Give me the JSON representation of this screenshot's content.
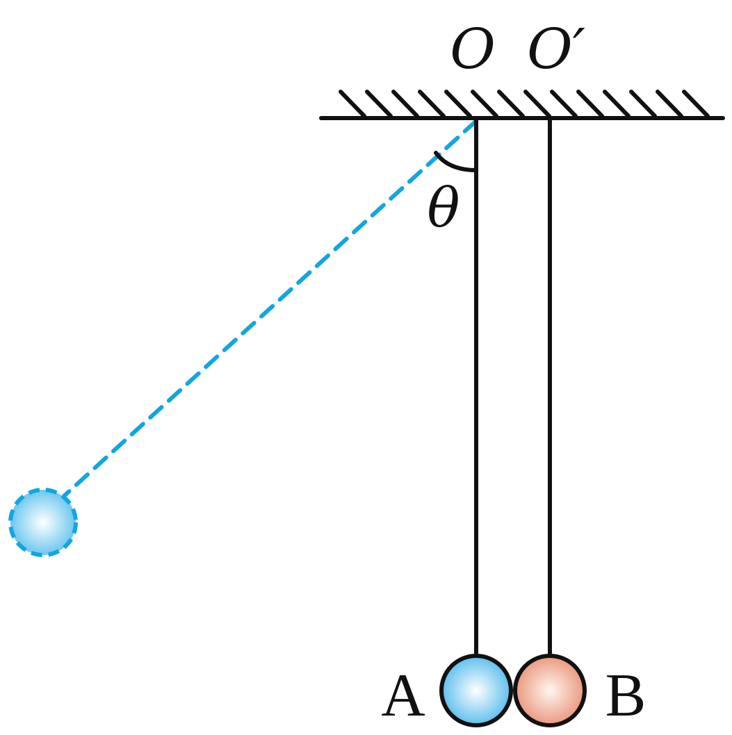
{
  "labels": {
    "pivot_o": "O",
    "pivot_o_prime": "O′",
    "angle": "θ",
    "ball_a": "A",
    "ball_b": "B"
  },
  "colors": {
    "line": "#111111",
    "dashed": "#12a6e0",
    "ball_a_center": "#ffffff",
    "ball_a_edge": "#4fb8ec",
    "ball_b_center": "#fff6f0",
    "ball_b_edge": "#e88f72",
    "ghost_center": "#ffffff",
    "ghost_edge": "#5dc1ef"
  }
}
